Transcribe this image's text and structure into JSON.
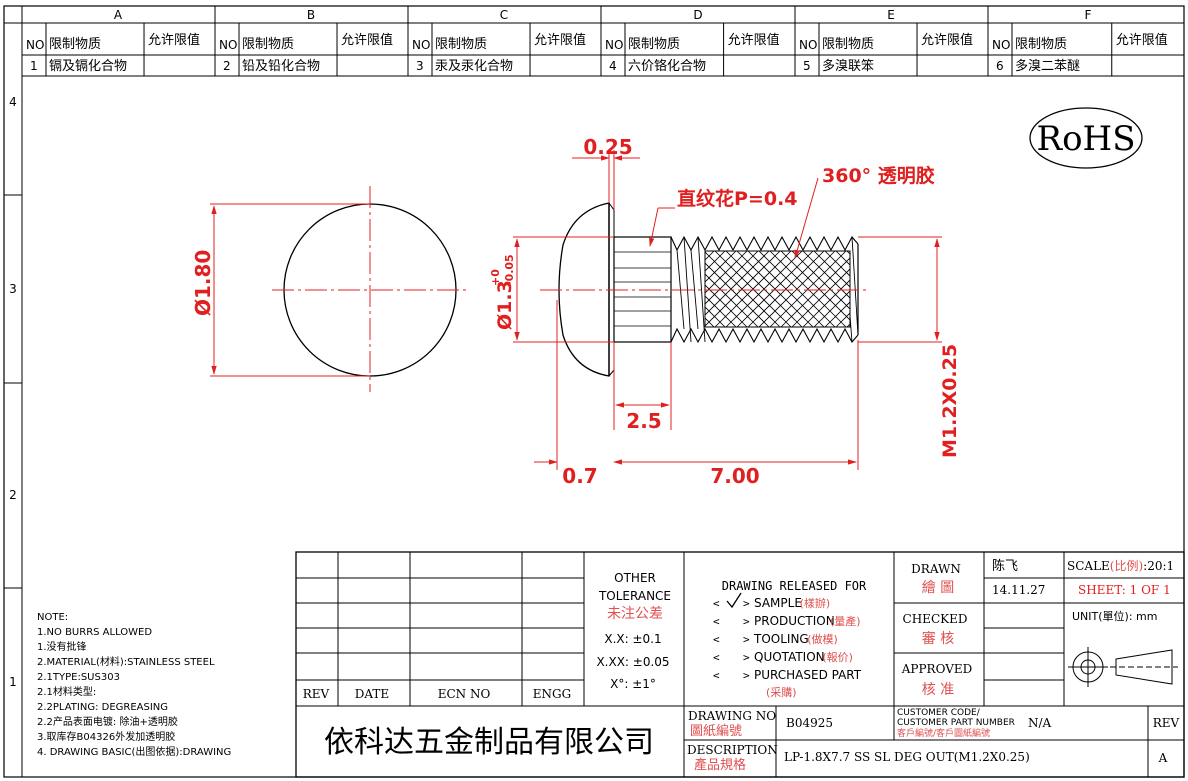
{
  "zones": {
    "columns": [
      "A",
      "B",
      "C",
      "D",
      "E",
      "F"
    ],
    "rows": [
      "4",
      "3",
      "2",
      "1"
    ]
  },
  "restricted": {
    "no_header": "NO",
    "substance_header": "限制物质",
    "limit_header": "允许限值",
    "items": [
      {
        "no": "1",
        "name": "镉及镉化合物"
      },
      {
        "no": "2",
        "name": "铅及铅化合物"
      },
      {
        "no": "3",
        "name": "汞及汞化合物"
      },
      {
        "no": "4",
        "name": "六价铬化合物"
      },
      {
        "no": "5",
        "name": "多溴联笨"
      },
      {
        "no": "6",
        "name": "多溴二苯醚"
      }
    ]
  },
  "rohs": "RoHS",
  "dims": {
    "head_thk": "0.25",
    "knurl_note": "直纹花P=0.4",
    "glue_note": "360° 透明胶",
    "head_dia": "Ø1.80",
    "shank_dia": "Ø1.3",
    "shank_tol_plus": "+0",
    "shank_tol_minus": "-0.05",
    "knurl_len": "2.5",
    "head_len": "0.7",
    "total_len": "7.00",
    "thread": "M1.2X0.25"
  },
  "notes": {
    "title": "NOTE:",
    "lines": [
      "1.NO BURRS ALLOWED",
      "1.没有批锋",
      "2.MATERIAL(材料):STAINLESS STEEL",
      "2.1TYPE:SUS303",
      "2.1材料类型:",
      "2.2PLATING: DEGREASING",
      "2.2产品表面电镀: 除油+透明胶",
      "3.取库存B04326外发加透明胶",
      "4. DRAWING BASIC(出图依据):DRAWING"
    ]
  },
  "revtable": {
    "rev": "REV",
    "date": "DATE",
    "ecn": "ECN NO",
    "engg": "ENGG"
  },
  "tolerance": {
    "title1": "OTHER",
    "title2": "TOLERANCE",
    "title_cn": "未注公差",
    "xx": "X.X: ±0.1",
    "xxx": "X.XX: ±0.05",
    "ang": "X°: ±1°"
  },
  "release": {
    "title": "DRAWING RELEASED FOR",
    "items": [
      {
        "label": "SAMPLE",
        "cn": "(樣辦)",
        "checked": true
      },
      {
        "label": "PRODUCTION",
        "cn": "(量產)",
        "checked": false
      },
      {
        "label": "TOOLING",
        "cn": "(做模)",
        "checked": false
      },
      {
        "label": "QUOTATION",
        "cn": "(報价)",
        "checked": false
      },
      {
        "label": "PURCHASED PART",
        "cn": "(采購)",
        "checked": false
      }
    ]
  },
  "sign": {
    "drawn": "DRAWN",
    "drawn_cn": "繪 圖",
    "drawn_by": "陈飞",
    "date": "14.11.27",
    "checked": "CHECKED",
    "checked_cn": "審 核",
    "approved": "APPROVED",
    "approved_cn": "核 准"
  },
  "scale": {
    "label": "SCALE",
    "label_cn": "(比例)",
    "value": ":20:1",
    "sheet": "SHEET:  1 OF 1",
    "unit": "UNIT(單位): mm"
  },
  "company": "依科达五金制品有限公司",
  "drawing_no": {
    "label": "DRAWING NO",
    "label_cn": "圖紙編號",
    "value": "B04925"
  },
  "customer": {
    "label1": "CUSTOMER CODE/",
    "label2": "CUSTOMER PART NUMBER",
    "label_cn": "客戶編號/客戶圖紙編號",
    "value": "N/A"
  },
  "description": {
    "label": "DESCRIPTION",
    "label_cn": "產品規格",
    "value": "LP-1.8X7.7 SS SL DEG OUT(M1.2X0.25)"
  },
  "rev": {
    "label": "REV",
    "value": "A"
  }
}
